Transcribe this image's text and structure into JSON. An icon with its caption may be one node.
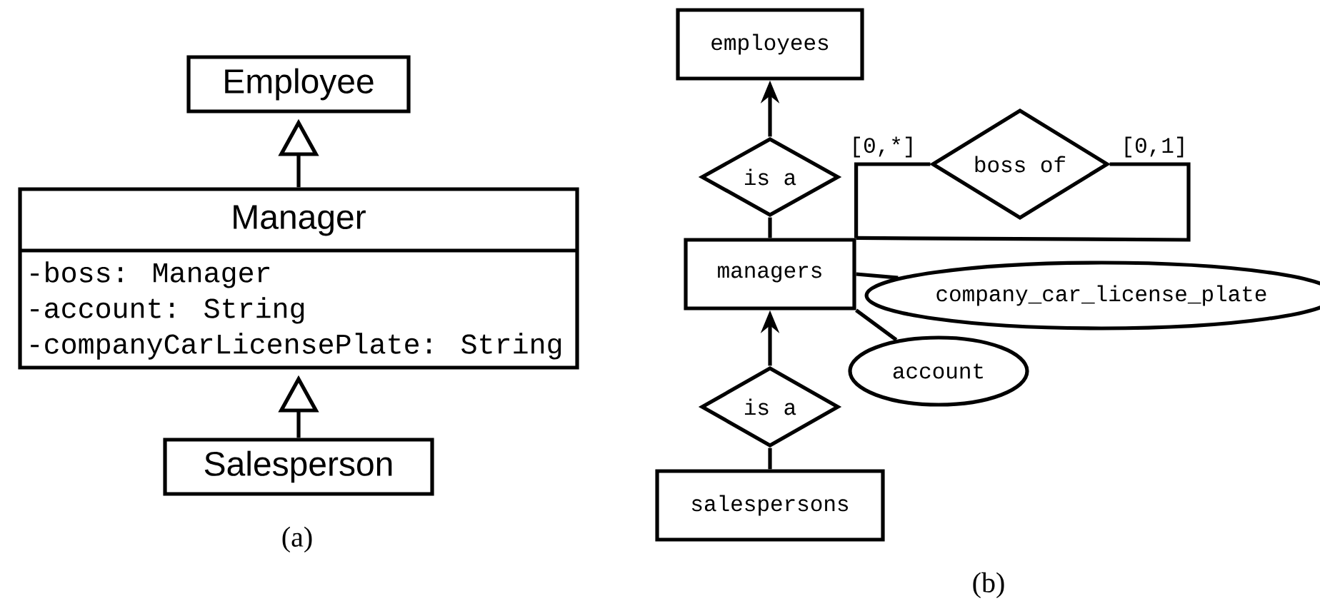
{
  "diagram": {
    "nodes": [
      {
        "text": [
          "Employee"
        ]
      },
      {
        "text": [
          "Manager",
          "-boss: Manager",
          "-account: String",
          "-companyCarLicensePlate: String"
        ]
      },
      {
        "text": [
          "Salesperson"
        ]
      },
      {
        "text": [
          "employees"
        ]
      },
      {
        "text": [
          "is a"
        ]
      },
      {
        "text": [
          "boss of"
        ]
      },
      {
        "text": [
          "managers"
        ]
      },
      {
        "text": [
          "company_car_license_plate"
        ]
      },
      {
        "text": [
          "account"
        ]
      },
      {
        "text": [
          "is a"
        ]
      },
      {
        "text": [
          "salespersons"
        ]
      }
    ],
    "edges": [
      {
        "from": 1,
        "to": 0,
        "arrow": "to"
      },
      {
        "from": 2,
        "to": 1,
        "arrow": "to"
      },
      {
        "from": 4,
        "to": 3,
        "arrow": "to"
      },
      {
        "from": 6,
        "to": 4,
        "arrow": "none"
      },
      {
        "from": 6,
        "to": 5,
        "arrow": "none",
        "label": "[0,*]"
      },
      {
        "from": 5,
        "to": 6,
        "arrow": "none",
        "label": "[0,1]"
      },
      {
        "from": 6,
        "to": 7,
        "arrow": "none"
      },
      {
        "from": 6,
        "to": 8,
        "arrow": "none"
      },
      {
        "from": 9,
        "to": 6,
        "arrow": "to"
      },
      {
        "from": 10,
        "to": 9,
        "arrow": "none"
      }
    ],
    "labels": [
      "(a)",
      "(b)"
    ]
  }
}
